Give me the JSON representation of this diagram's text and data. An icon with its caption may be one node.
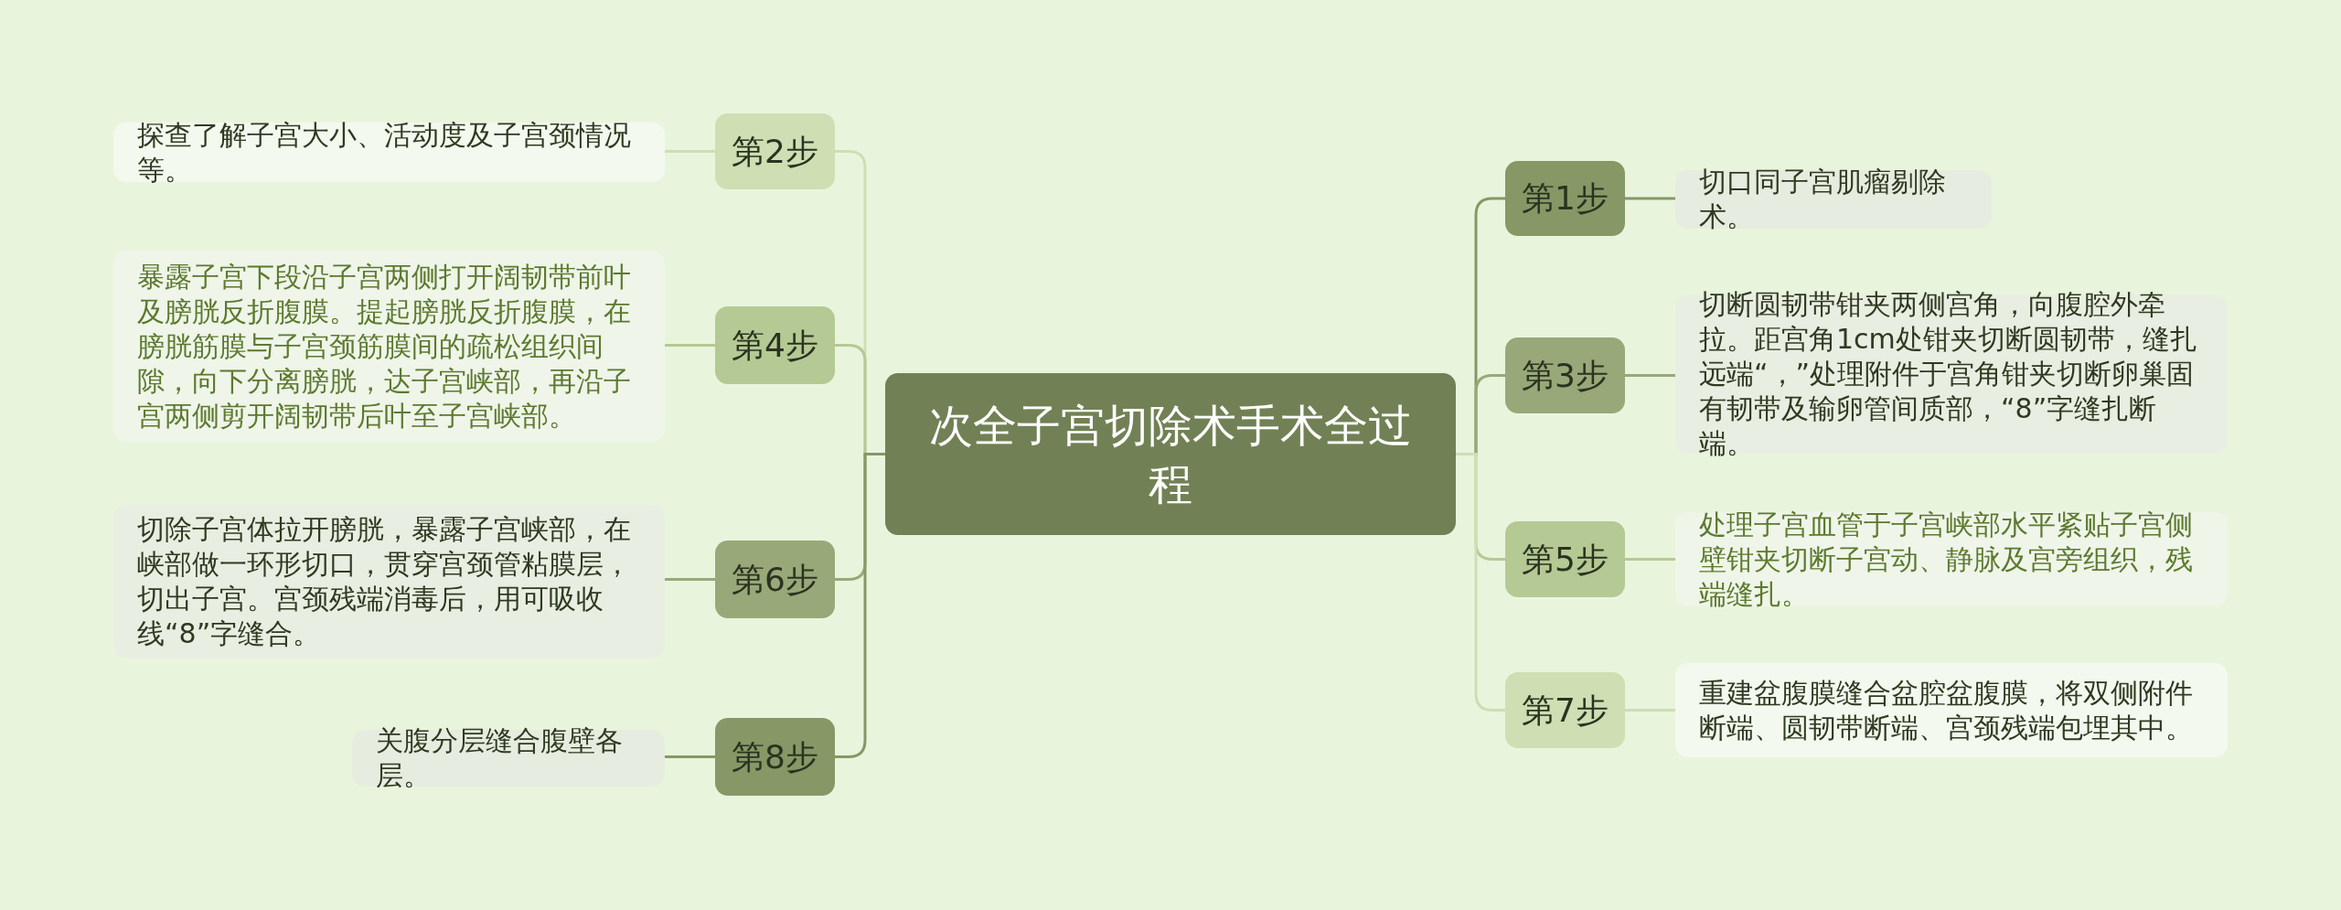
{
  "diagram": {
    "nodes": [
      {
        "text": [
          "次全子宫切除术手术全过程"
        ]
      },
      {
        "text": [
          "第1步"
        ]
      },
      {
        "text": [
          "切口同子宫肌瘤剔除术。"
        ]
      },
      {
        "text": [
          "第2步"
        ]
      },
      {
        "text": [
          "探查了解子宫大小、活动度及子宫颈情况等。"
        ]
      },
      {
        "text": [
          "第3步"
        ]
      },
      {
        "text": [
          "切断圆韧带钳夹两侧宫角，向腹腔外牵拉。距宫角1cm处钳夹切断圆韧带，缝扎远端“，”处理附件于宫角钳夹切断卵巢固有韧带及输卵管间质部，“8”字缝扎断端。"
        ]
      },
      {
        "text": [
          "第4步"
        ]
      },
      {
        "text": [
          "暴露子宫下段沿子宫两侧打开阔韧带前叶及膀胱反折腹膜。提起膀胱反折腹膜，在膀胱筋膜与子宫颈筋膜间的疏松组织间隙，向下分离膀胱，达子宫峡部，再沿子宫两侧剪开阔韧带后叶至子宫峡部。"
        ]
      },
      {
        "text": [
          "第5步"
        ]
      },
      {
        "text": [
          "处理子宫血管于子宫峡部水平紧贴子宫侧壁钳夹切断子宫动、静脉及宫旁组织，残端缝扎。"
        ]
      },
      {
        "text": [
          "第6步"
        ]
      },
      {
        "text": [
          "切除子宫体拉开膀胱，暴露子宫峡部，在峡部做一环形切口，贯穿宫颈管粘膜层，切出子宫。宫颈残端消毒后，用可吸收线“8”字缝合。"
        ]
      },
      {
        "text": [
          "第7步"
        ]
      },
      {
        "text": [
          "重建盆腹膜缝合盆腔盆腹膜，将双侧附件断端、圆韧带断端、宫颈残端包埋其中。"
        ]
      },
      {
        "text": [
          "第8步"
        ]
      },
      {
        "text": [
          "关腹分层缝合腹壁各层。"
        ]
      }
    ],
    "edges": [
      {
        "from": 0,
        "to": 1,
        "arrow": "none",
        "color": "#859866"
      },
      {
        "from": 1,
        "to": 2,
        "arrow": "none",
        "color": "#859866"
      },
      {
        "from": 0,
        "to": 3,
        "arrow": "none",
        "color": "#cddfb3"
      },
      {
        "from": 3,
        "to": 4,
        "arrow": "none",
        "color": "#cddfb3"
      },
      {
        "from": 0,
        "to": 5,
        "arrow": "none",
        "color": "#98a878"
      },
      {
        "from": 5,
        "to": 6,
        "arrow": "none",
        "color": "#98a878"
      },
      {
        "from": 0,
        "to": 7,
        "arrow": "none",
        "color": "#b5c994"
      },
      {
        "from": 7,
        "to": 8,
        "arrow": "none",
        "color": "#b5c994"
      },
      {
        "from": 0,
        "to": 9,
        "arrow": "none",
        "color": "#b5c994"
      },
      {
        "from": 9,
        "to": 10,
        "arrow": "none",
        "color": "#b5c994"
      },
      {
        "from": 0,
        "to": 11,
        "arrow": "none",
        "color": "#98a878"
      },
      {
        "from": 11,
        "to": 12,
        "arrow": "none",
        "color": "#98a878"
      },
      {
        "from": 0,
        "to": 13,
        "arrow": "none",
        "color": "#cddfb3"
      },
      {
        "from": 13,
        "to": 14,
        "arrow": "none",
        "color": "#cddfb3"
      },
      {
        "from": 0,
        "to": 15,
        "arrow": "none",
        "color": "#859866"
      },
      {
        "from": 15,
        "to": 16,
        "arrow": "none",
        "color": "#859866"
      }
    ]
  }
}
